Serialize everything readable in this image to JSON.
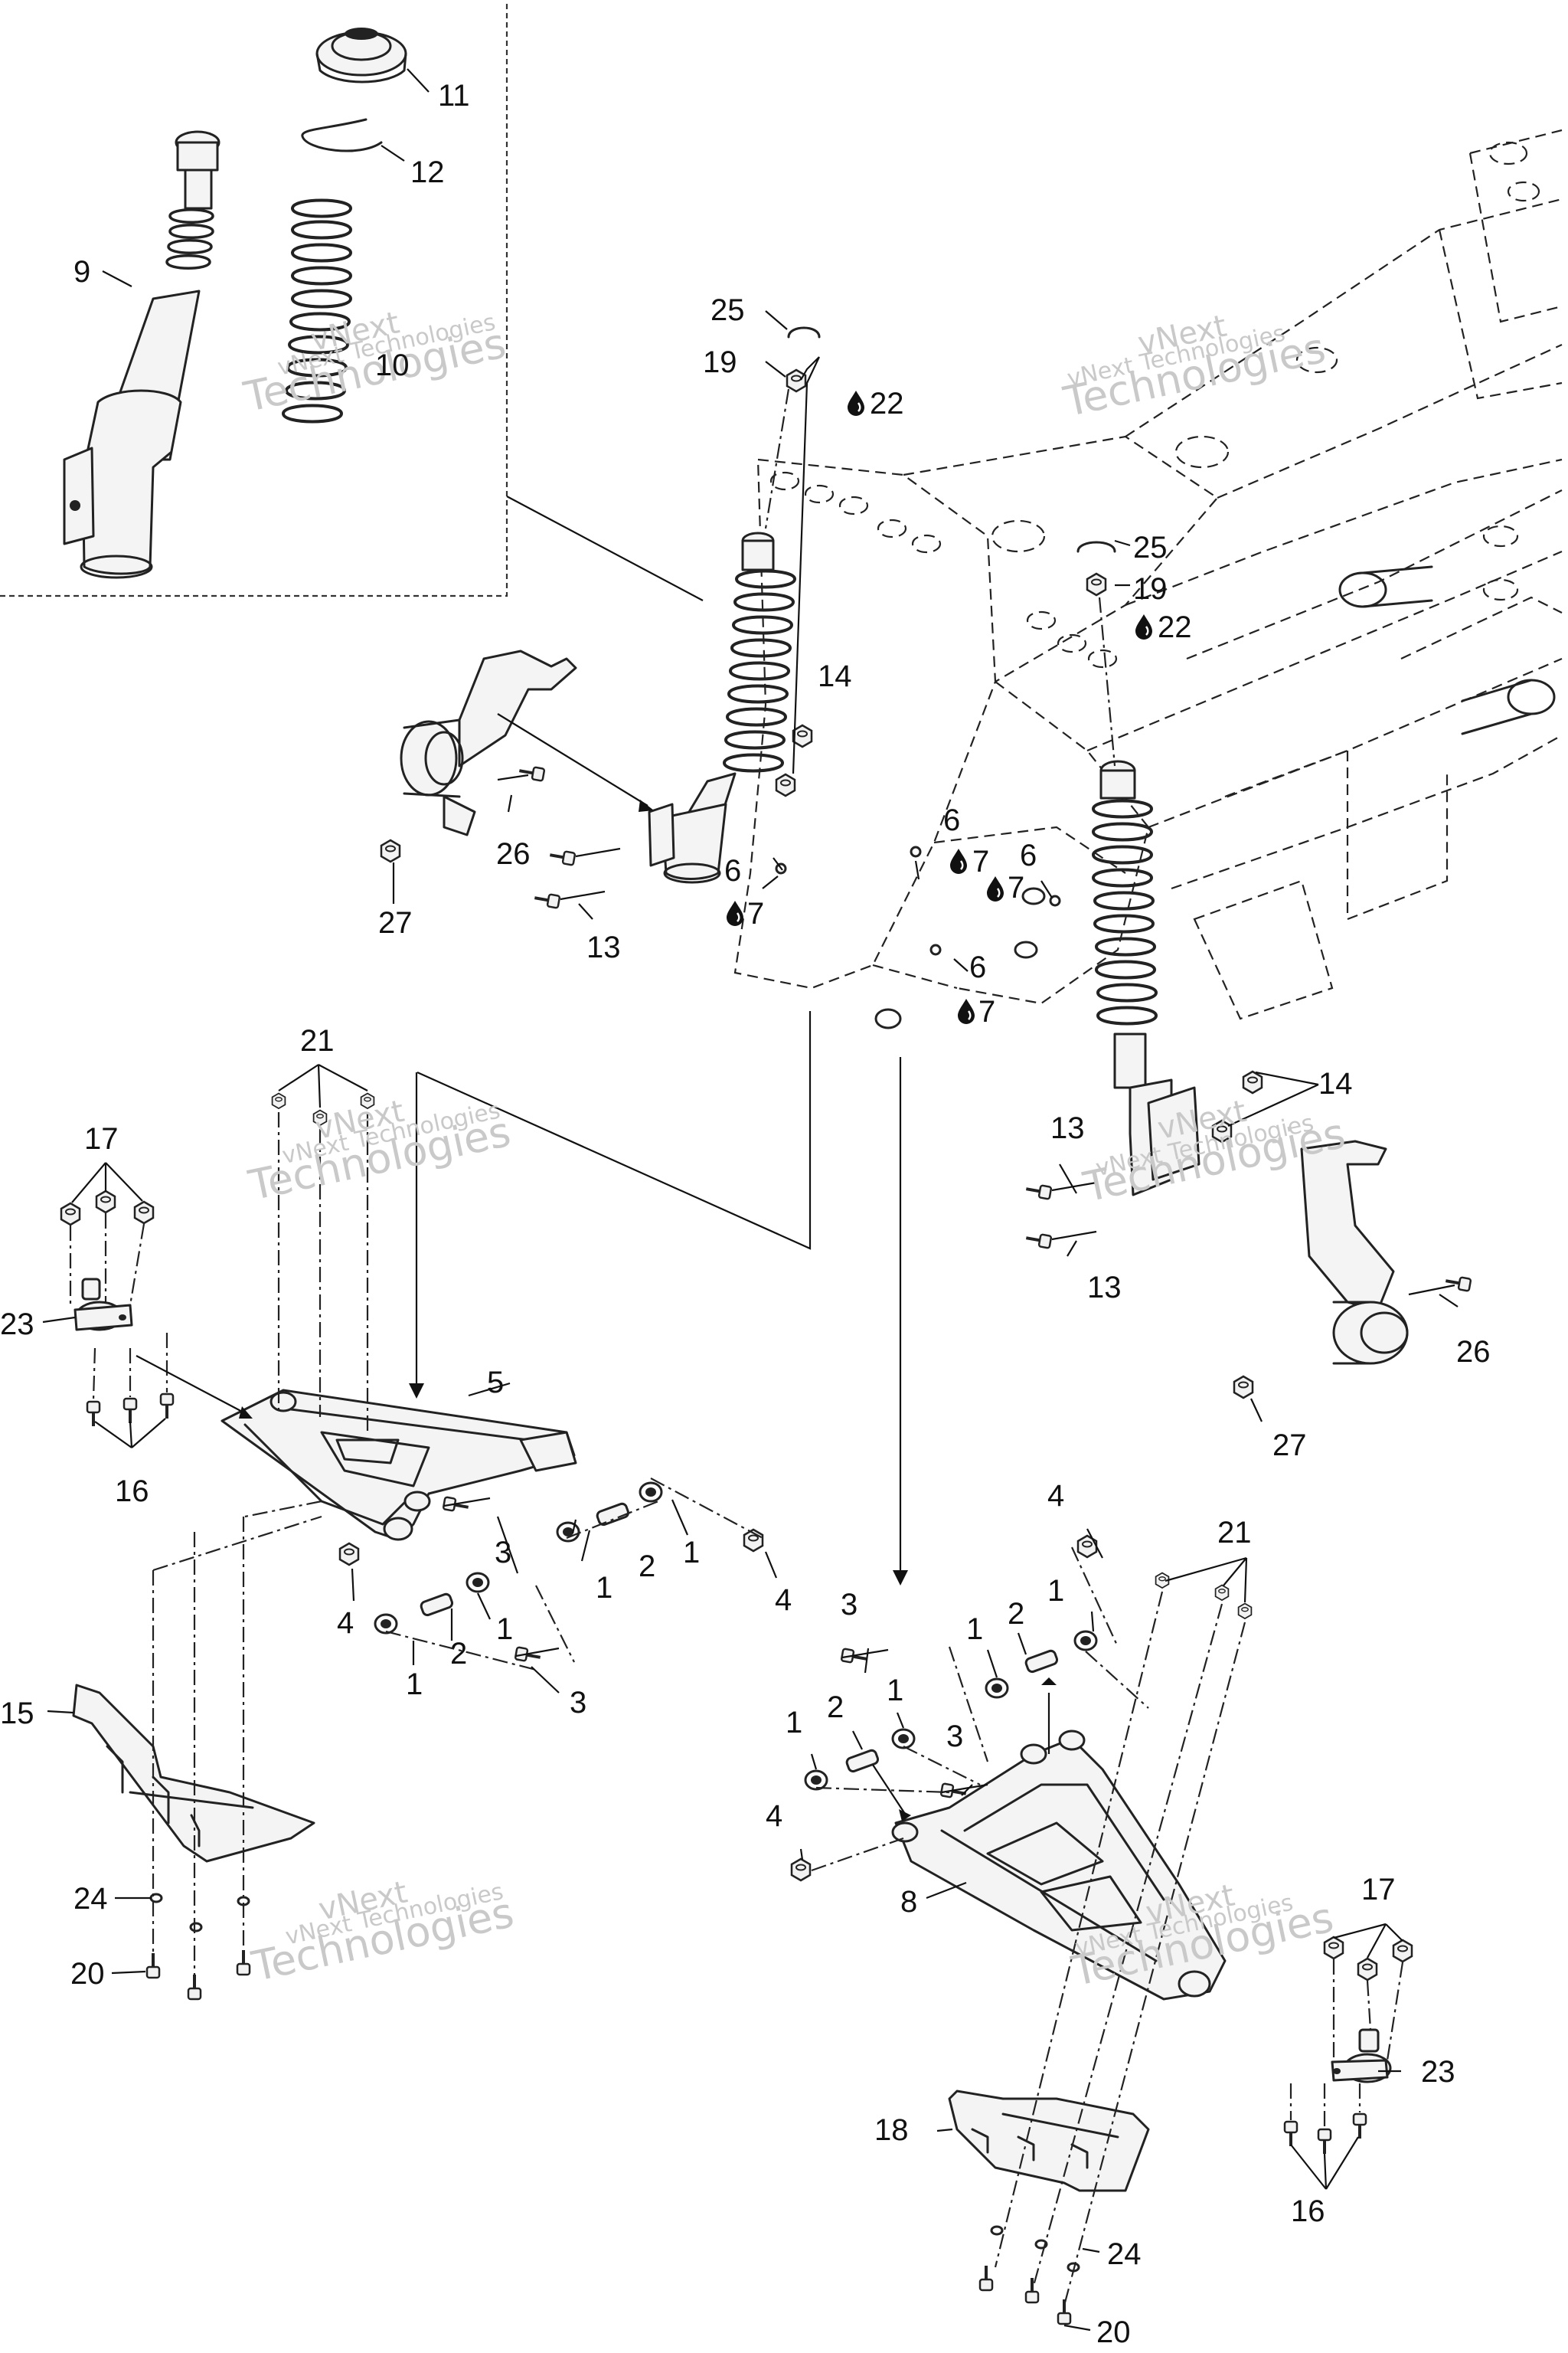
{
  "labels": {
    "l1": "1",
    "l2": "2",
    "l3": "3",
    "l4": "4",
    "l5": "5",
    "l6": "6",
    "l7": "7",
    "l8": "8",
    "l9": "9",
    "l10": "10",
    "l11": "11",
    "l12": "12",
    "l13": "13",
    "l14": "14",
    "l15": "15",
    "l16": "16",
    "l17": "17",
    "l18": "18",
    "l19": "19",
    "l20": "20",
    "l21": "21",
    "l22": "22",
    "l23": "23",
    "l24": "24",
    "l25": "25",
    "l26": "26",
    "l27": "27"
  },
  "watermark": {
    "line1": "vNext",
    "line2": "Technologies",
    "line3": "vNext Technologies"
  },
  "icons": {
    "lubricant": "drop-icon"
  },
  "colors": {
    "line": "#222222",
    "watermark": "#c9c9c9",
    "background": "#ffffff"
  }
}
